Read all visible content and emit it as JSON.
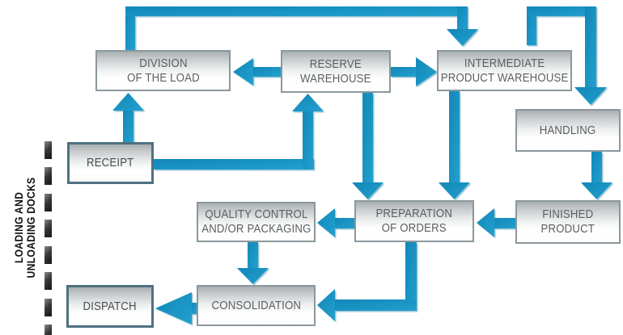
{
  "colors": {
    "background": "#ffffff",
    "arrow": "#1a94c3",
    "node_border": "#8b989d",
    "dock_node_border": "#4e7181",
    "node_text": "#5b5e60",
    "dock_divider": "#1e1c1d"
  },
  "dock_label": {
    "line1": "LOADING AND",
    "line2": "UNLOADING DOCKS"
  },
  "nodes": [
    {
      "id": "division-of-the-load",
      "line1": "DIVISION",
      "line2": "OF THE LOAD"
    },
    {
      "id": "reserve-warehouse",
      "line1": "RESERVE",
      "line2": "WAREHOUSE"
    },
    {
      "id": "intermediate-product-warehouse",
      "line1": "INTERMEDIATE",
      "line2": "PRODUCT WAREHOUSE"
    },
    {
      "id": "handling",
      "line1": "HANDLING",
      "line2": ""
    },
    {
      "id": "receipt",
      "line1": "RECEIPT",
      "line2": ""
    },
    {
      "id": "quality-control-packaging",
      "line1": "QUALITY CONTROL",
      "line2": "AND/OR PACKAGING"
    },
    {
      "id": "preparation-of-orders",
      "line1": "PREPARATION",
      "line2": "OF ORDERS"
    },
    {
      "id": "finished-product",
      "line1": "FINISHED",
      "line2": "PRODUCT"
    },
    {
      "id": "consolidation",
      "line1": "CONSOLIDATION",
      "line2": ""
    },
    {
      "id": "dispatch",
      "line1": "DISPATCH",
      "line2": ""
    }
  ],
  "edges": [
    {
      "from": "division-of-the-load",
      "to": "intermediate-product-warehouse"
    },
    {
      "from": "intermediate-product-warehouse",
      "to": "handling"
    },
    {
      "from": "reserve-warehouse",
      "to": "division-of-the-load"
    },
    {
      "from": "reserve-warehouse",
      "to": "intermediate-product-warehouse"
    },
    {
      "from": "receipt",
      "to": "division-of-the-load"
    },
    {
      "from": "receipt",
      "to": "reserve-warehouse"
    },
    {
      "from": "reserve-warehouse",
      "to": "preparation-of-orders"
    },
    {
      "from": "intermediate-product-warehouse",
      "to": "preparation-of-orders"
    },
    {
      "from": "handling",
      "to": "finished-product"
    },
    {
      "from": "finished-product",
      "to": "preparation-of-orders"
    },
    {
      "from": "preparation-of-orders",
      "to": "quality-control-packaging"
    },
    {
      "from": "quality-control-packaging",
      "to": "consolidation"
    },
    {
      "from": "preparation-of-orders",
      "to": "consolidation"
    },
    {
      "from": "consolidation",
      "to": "dispatch"
    }
  ]
}
